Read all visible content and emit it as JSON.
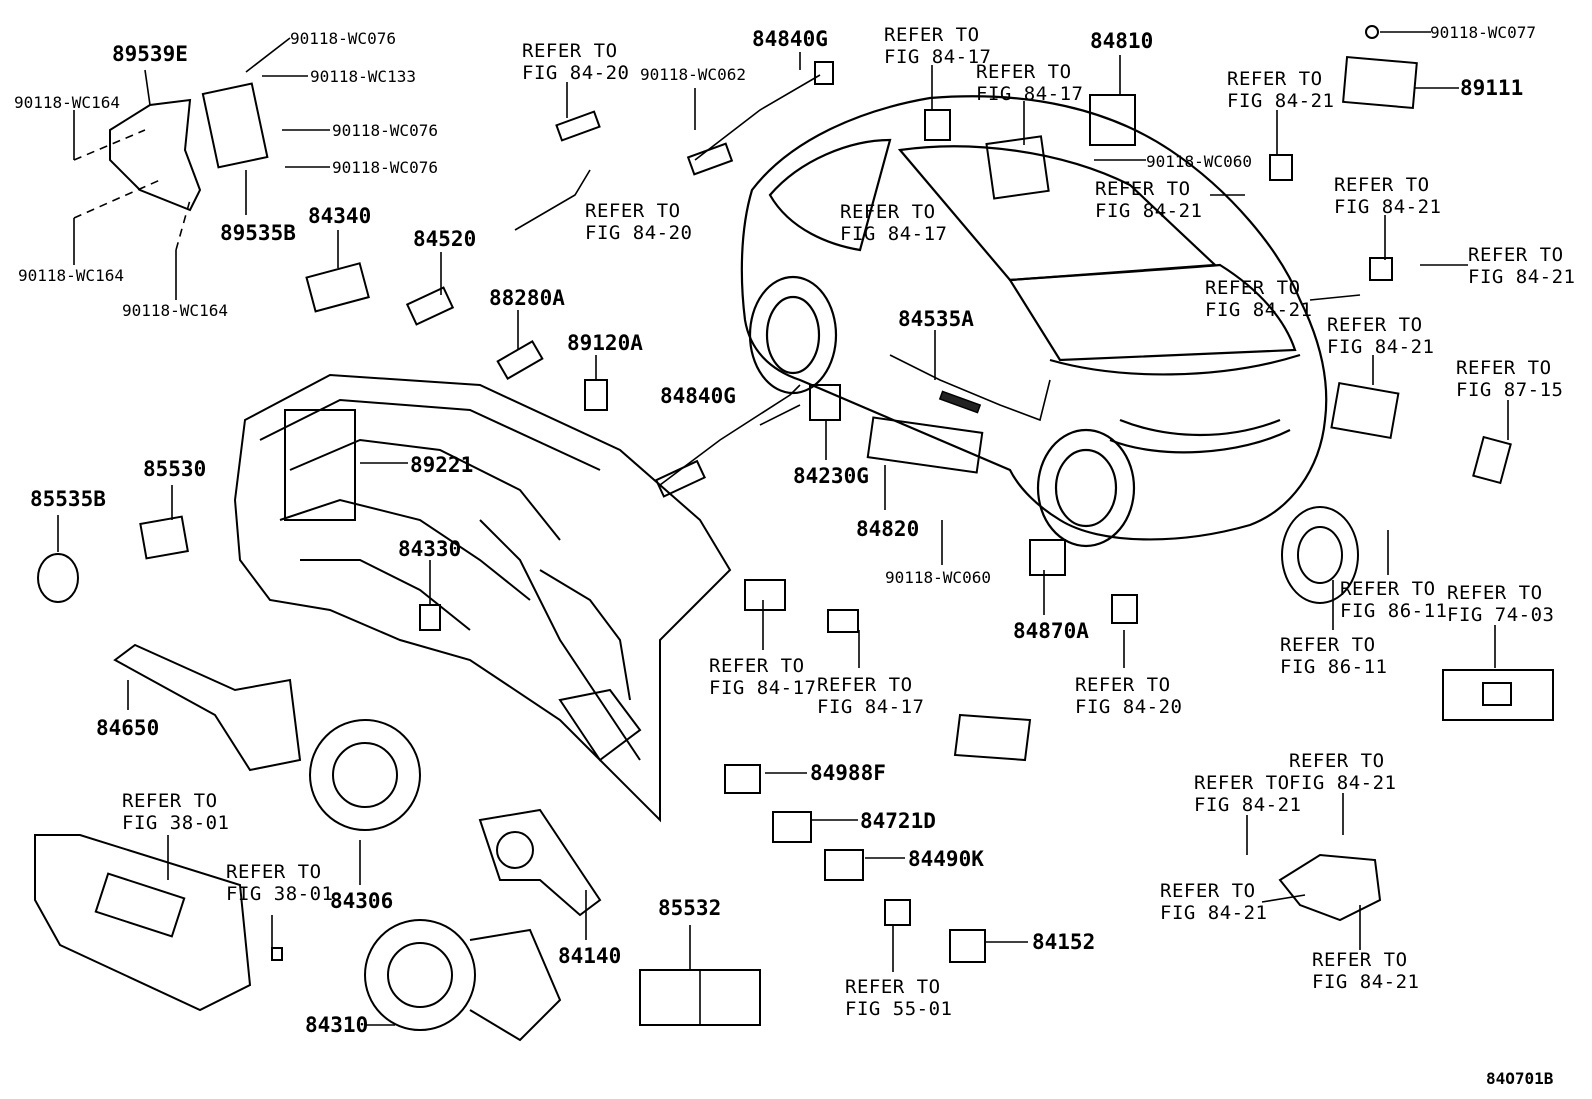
{
  "diagram_code": "84O701B",
  "refer_to": "REFER TO",
  "fig": {
    "f84_20": "FIG 84-20",
    "f84_17": "FIG 84-17",
    "f84_21": "FIG 84-21",
    "f87_15": "FIG 87-15",
    "f86_11": "FIG 86-11",
    "f74_03": "FIG 74-03",
    "f38_01": "FIG 38-01",
    "f55_01": "FIG 55-01"
  },
  "parts": {
    "p89539E": "89539E",
    "p89535B": "89535B",
    "p84340": "84340",
    "p84520": "84520",
    "p84840G": "84840G",
    "p84810": "84810",
    "p89111": "89111",
    "p88280A": "88280A",
    "p89120A": "89120A",
    "p84535A": "84535A",
    "p84230G": "84230G",
    "p84820": "84820",
    "p89221": "89221",
    "p85530": "85530",
    "p85535B": "85535B",
    "p84330": "84330",
    "p84870A": "84870A",
    "p84650": "84650",
    "p84306": "84306",
    "p84988F": "84988F",
    "p84721D": "84721D",
    "p84490K": "84490K",
    "p84140": "84140",
    "p85532": "85532",
    "p84152": "84152",
    "p84310": "84310"
  },
  "fasteners": {
    "wc076": "90118-WC076",
    "wc133": "90118-WC133",
    "wc164": "90118-WC164",
    "wc062": "90118-WC062",
    "wc060": "90118-WC060",
    "wc077": "90118-WC077"
  }
}
